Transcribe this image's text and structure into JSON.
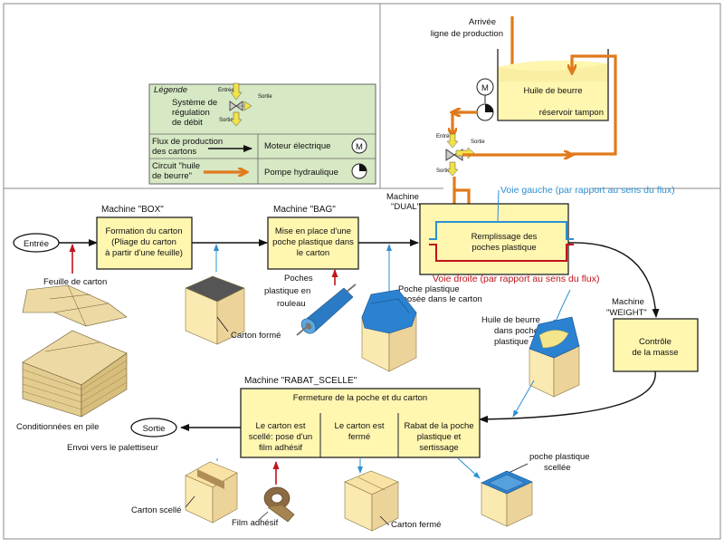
{
  "legend": {
    "title": "Légende",
    "valve_entree": "Entrée",
    "valve_sortie_right": "Sortie",
    "valve_sortie_bottom": "Sortie",
    "valve_desc": [
      "Système de",
      "régulation",
      "de débit"
    ],
    "flux_label": [
      "Flux de production",
      "des cartons"
    ],
    "oil_label": [
      "Circuit \"huile",
      "de beurre\""
    ],
    "motor_label": "Moteur électrique",
    "motor_symbol": "M",
    "pump_label": "Pompe hydraulique"
  },
  "tank": {
    "arrival": [
      "Arrivée",
      "ligne de production"
    ],
    "title": "Huile de beurre",
    "subtitle": "réservoir tampon",
    "motor_symbol": "M",
    "valve_entree": "Entrée",
    "valve_sortie_right": "Sortie",
    "valve_sortie_bottom": "Sortie"
  },
  "process": {
    "entree": "Entrée",
    "sortie": "Sortie",
    "envoi": "Envoi vers le palettiseur",
    "feuille": "Feuille de carton",
    "pile": "Conditionnées en pile",
    "box_title": "Machine \"BOX\"",
    "box_text": [
      "Formation du carton",
      "(Pliage du carton",
      "à partir d'une feuille)"
    ],
    "bag_title": "Machine \"BAG\"",
    "bag_text": [
      "Mise en place d'une",
      "poche plastique dans",
      "le carton"
    ],
    "dual_title": [
      "Machine",
      "\"DUAL\""
    ],
    "dual_text": [
      "Remplissage des",
      "poches plastique"
    ],
    "voie_gauche": "Voie gauche (par rapport au sens du flux)",
    "voie_droite": "Voie droite (par rapport au sens du flux)",
    "carton_forme": "Carton formé",
    "poches_rouleau": [
      "Poches",
      "plastique en",
      "rouleau"
    ],
    "poche_deposee": [
      "Poche plastique",
      "déposée dans le carton"
    ],
    "weight_title": [
      "Machine",
      "\"WEIGHT\""
    ],
    "weight_text": [
      "Contrôle",
      "de la masse"
    ],
    "huile_poche": [
      "Huile de beurre",
      "dans poche",
      "plastique"
    ],
    "rabat_title": "Machine \"RABAT_SCELLE\"",
    "rabat_header": "Fermeture de la poche et du carton",
    "rabat_col1": [
      "Le carton est",
      "scellé: pose d'un",
      "film adhésif"
    ],
    "rabat_col2": [
      "Le carton est",
      "fermé"
    ],
    "rabat_col3": [
      "Rabat de la poche",
      "plastique et",
      "sertissage"
    ],
    "poche_scellee": [
      "poche plastique",
      "scellée"
    ],
    "carton_scelle": "Carton scellé",
    "film_adhesif": "Film adhésif",
    "carton_ferme": "Carton fermé"
  }
}
